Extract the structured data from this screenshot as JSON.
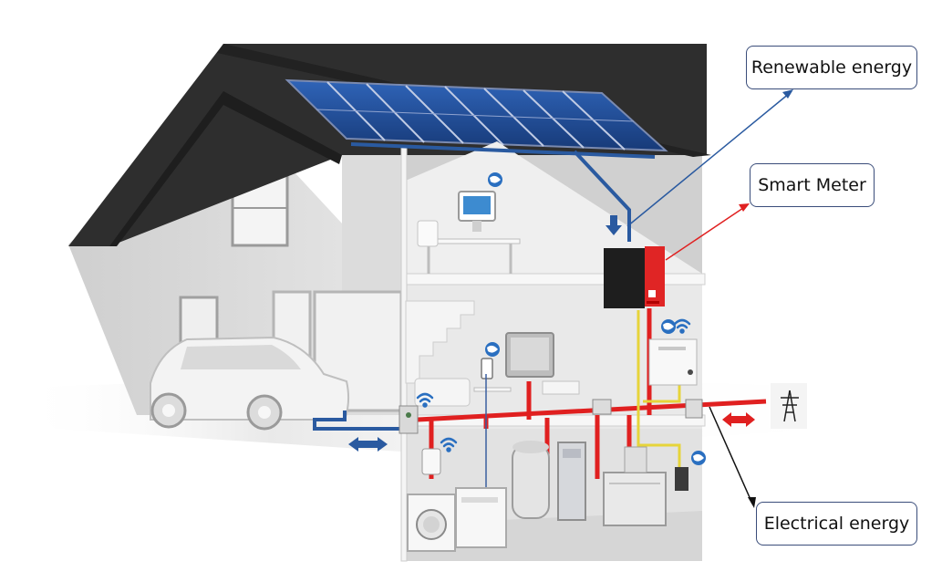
{
  "labels": {
    "renewable_energy": "Renewable energy",
    "smart_meter": "Smart Meter",
    "electrical_energy": "Electrical energy"
  },
  "colors": {
    "roof": "#2e2e2e",
    "solar_panel": "#1f4a94",
    "wall": "#d7d7d7",
    "interior": "#eaeaea",
    "power_line": "#e02020",
    "renewable_line": "#2a5aa0",
    "data_line": "#e6d43a",
    "meter_body": "#e02525",
    "callout_border": "#3a4d7a"
  },
  "icons": [
    "solar-panel-icon",
    "smart-meter-icon",
    "car-icon",
    "globe-icon",
    "wifi-icon",
    "power-pylon-icon",
    "washing-machine-icon",
    "boiler-icon",
    "tv-icon",
    "monitor-icon"
  ]
}
